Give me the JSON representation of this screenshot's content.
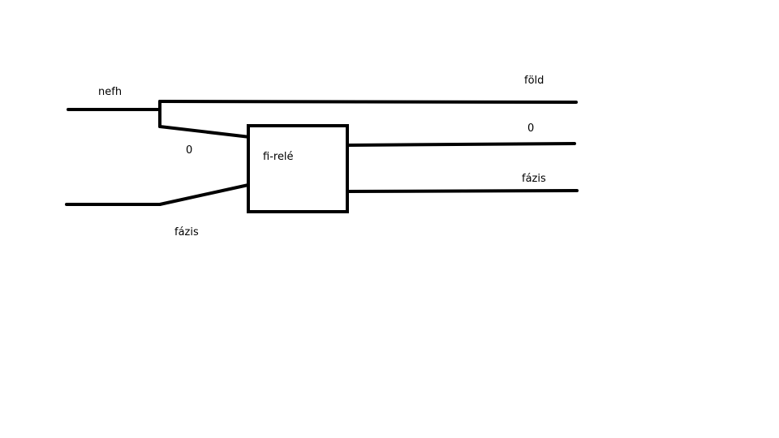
{
  "diagram": {
    "relay_label": "fi-relé",
    "labels": {
      "input_nefh": "nefh",
      "input_zero": "0",
      "input_phase": "fázis",
      "output_earth": "föld",
      "output_zero": "0",
      "output_phase": "fázis"
    },
    "stroke_color": "#000000",
    "background_color": "#ffffff"
  }
}
